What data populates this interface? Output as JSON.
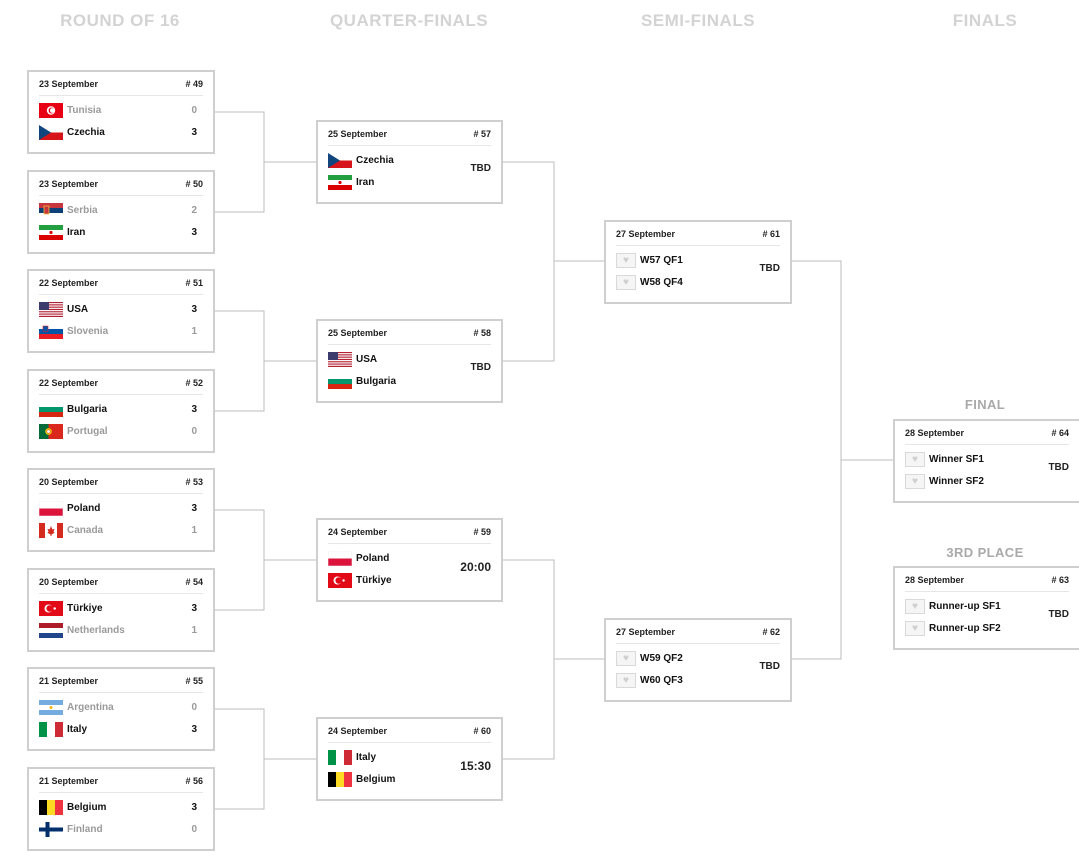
{
  "rounds": {
    "r16": "ROUND OF 16",
    "qf": "QUARTER-FINALS",
    "sf": "SEMI-FINALS",
    "finals": "FINALS"
  },
  "final_title": "FINAL",
  "third_title": "3RD PLACE",
  "r16": [
    {
      "date": "23 September",
      "num": "# 49",
      "t1": {
        "name": "Tunisia",
        "score": "0"
      },
      "t2": {
        "name": "Czechia",
        "score": "3"
      }
    },
    {
      "date": "23 September",
      "num": "# 50",
      "t1": {
        "name": "Serbia",
        "score": "2"
      },
      "t2": {
        "name": "Iran",
        "score": "3"
      }
    },
    {
      "date": "22 September",
      "num": "# 51",
      "t1": {
        "name": "USA",
        "score": "3"
      },
      "t2": {
        "name": "Slovenia",
        "score": "1"
      }
    },
    {
      "date": "22 September",
      "num": "# 52",
      "t1": {
        "name": "Bulgaria",
        "score": "3"
      },
      "t2": {
        "name": "Portugal",
        "score": "0"
      }
    },
    {
      "date": "20 September",
      "num": "# 53",
      "t1": {
        "name": "Poland",
        "score": "3"
      },
      "t2": {
        "name": "Canada",
        "score": "1"
      }
    },
    {
      "date": "20 September",
      "num": "# 54",
      "t1": {
        "name": "Türkiye",
        "score": "3"
      },
      "t2": {
        "name": "Netherlands",
        "score": "1"
      }
    },
    {
      "date": "21 September",
      "num": "# 55",
      "t1": {
        "name": "Argentina",
        "score": "0"
      },
      "t2": {
        "name": "Italy",
        "score": "3"
      }
    },
    {
      "date": "21 September",
      "num": "# 56",
      "t1": {
        "name": "Belgium",
        "score": "3"
      },
      "t2": {
        "name": "Finland",
        "score": "0"
      }
    }
  ],
  "qf": [
    {
      "date": "25 September",
      "num": "# 57",
      "t1": "Czechia",
      "t2": "Iran",
      "status": "TBD"
    },
    {
      "date": "25 September",
      "num": "# 58",
      "t1": "USA",
      "t2": "Bulgaria",
      "status": "TBD"
    },
    {
      "date": "24 September",
      "num": "# 59",
      "t1": "Poland",
      "t2": "Türkiye",
      "status": "20:00"
    },
    {
      "date": "24 September",
      "num": "# 60",
      "t1": "Italy",
      "t2": "Belgium",
      "status": "15:30"
    }
  ],
  "sf": [
    {
      "date": "27 September",
      "num": "# 61",
      "t1": "W57 QF1",
      "t2": "W58 QF4",
      "status": "TBD"
    },
    {
      "date": "27 September",
      "num": "# 62",
      "t1": "W59 QF2",
      "t2": "W60 QF3",
      "status": "TBD"
    }
  ],
  "final": {
    "date": "28 September",
    "num": "# 64",
    "t1": "Winner SF1",
    "t2": "Winner SF2",
    "status": "TBD"
  },
  "third": {
    "date": "28 September",
    "num": "# 63",
    "t1": "Runner-up SF1",
    "t2": "Runner-up SF2",
    "status": "TBD"
  },
  "icons": {
    "placeholder": "♥"
  },
  "colors": {
    "header": "#d3d3d3",
    "border": "#cfcfcf",
    "line": "#bdbdbd",
    "loser": "#9a9a9a"
  }
}
